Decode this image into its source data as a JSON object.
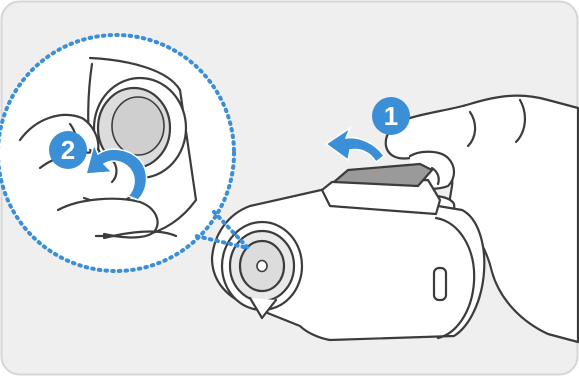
{
  "illustration": {
    "steps": [
      {
        "number": "1"
      },
      {
        "number": "2"
      }
    ],
    "colors": {
      "panel_background": "#efefef",
      "panel_border": "#d6d6d6",
      "accent_blue": "#3a8fd6",
      "magnifier_dots": "#3a8fd6",
      "line_art": "#3c3c3c",
      "device_body": "#ffffff",
      "protective_film": "#9a9a9a",
      "lens_fill": "#dcdcdc"
    },
    "icons": [
      "step-1-badge",
      "step-2-badge",
      "peel-arrow-icon",
      "twist-arrow-icon",
      "magnifier-circle"
    ]
  }
}
